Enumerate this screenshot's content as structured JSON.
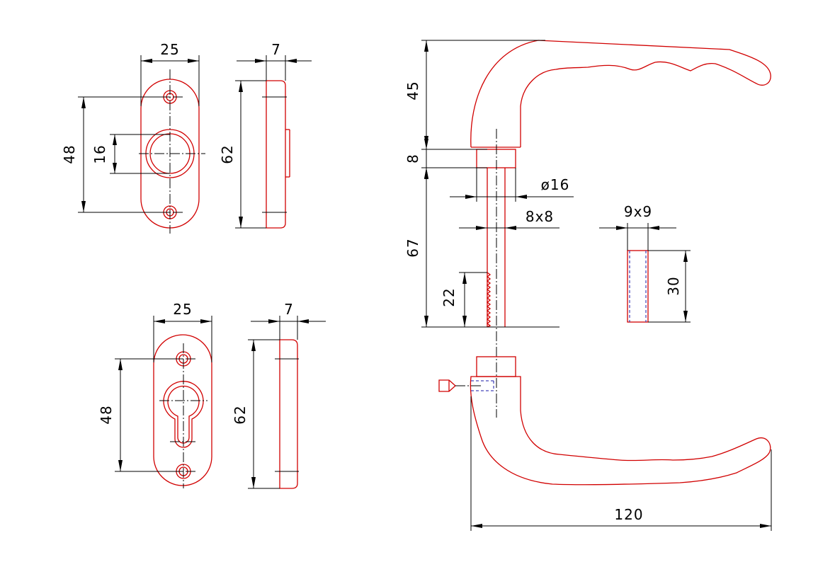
{
  "dimensions": {
    "rose_top_width": "25",
    "rose_top_depth": "7",
    "rose_top_height": "48",
    "rose_top_bore": "16",
    "rose_top_side_height": "62",
    "rose_bottom_width": "25",
    "rose_bottom_depth": "7",
    "rose_bottom_height": "48",
    "rose_bottom_side_height": "62",
    "lever_height": "45",
    "neck_height": "8",
    "spindle_diameter": "ø16",
    "spindle_square": "8x8",
    "spindle_length": "67",
    "thread_length": "22",
    "square_section": "9x9",
    "square_length": "30",
    "lever_length": "120"
  },
  "colors": {
    "outline": "#d10000",
    "dimension": "#000000",
    "hidden": "#1a1aa8"
  }
}
